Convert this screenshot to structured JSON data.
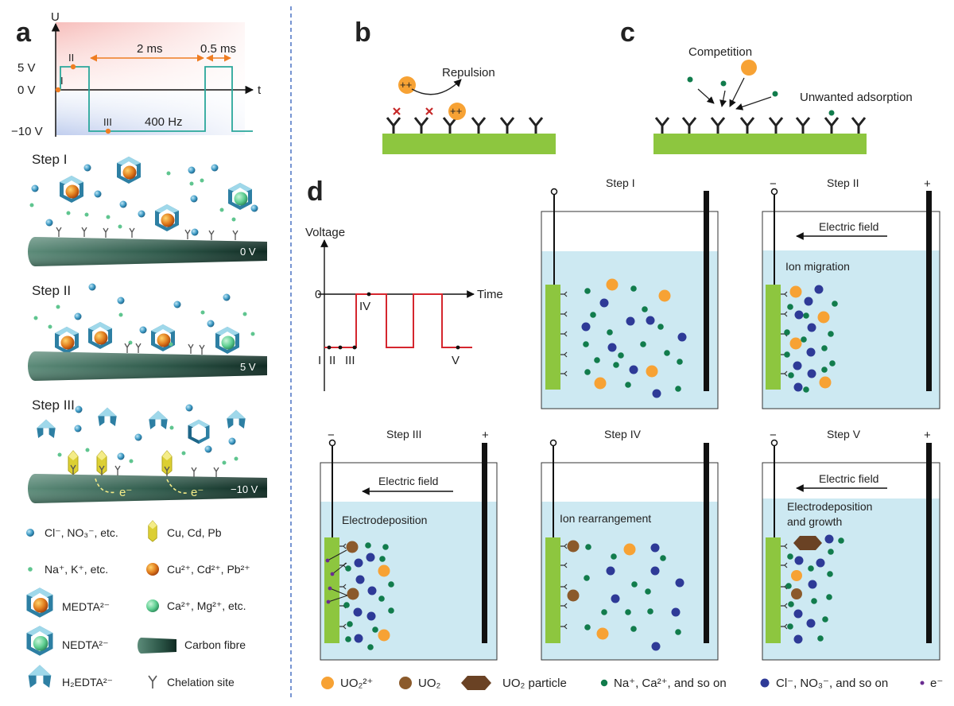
{
  "panels": {
    "a": "a",
    "b": "b",
    "c": "c",
    "d": "d"
  },
  "panel_a": {
    "axis_y": "U",
    "axis_x": "t",
    "levels": {
      "high": "5 V",
      "zero": "0 V",
      "low": "−10 V"
    },
    "points": {
      "i": "I",
      "ii": "II",
      "iii": "III"
    },
    "durations": {
      "low": "2 ms",
      "high": "0.5 ms"
    },
    "frequency": "400 Hz",
    "step1": {
      "title": "Step I",
      "voltage": "0 V"
    },
    "step2": {
      "title": "Step II",
      "voltage": "5 V"
    },
    "step3": {
      "title": "Step III",
      "voltage": "−10 V",
      "electron": "e⁻"
    },
    "legend": {
      "anions": "Cl⁻, NO₃⁻, etc.",
      "metal": "Cu, Cd, Pb",
      "cations": "Na⁺, K⁺, etc.",
      "heavy_ions": "Cu²⁺, Cd²⁺, Pb²⁺",
      "medta": "MEDTA²⁻",
      "light_ions": "Ca²⁺, Mg²⁺, etc.",
      "nedta": "NEDTA²⁻",
      "carbon_fibre": "Carbon fibre",
      "h2edta": "H₂EDTA²⁻",
      "chelation_site": "Chelation site"
    }
  },
  "panel_b": {
    "repulsion": "Repulsion",
    "charge": "++"
  },
  "panel_c": {
    "competition": "Competition",
    "unwanted": "Unwanted adsorption"
  },
  "panel_d": {
    "voltage": "Voltage",
    "time": "Time",
    "zero": "0",
    "points": {
      "i": "I",
      "ii": "II",
      "iii": "III",
      "iv": "IV",
      "v": "V"
    },
    "cells": {
      "step1": "Step I",
      "step2": "Step II",
      "step3": "Step III",
      "step4": "Step IV",
      "step5": "Step V"
    },
    "minus": "−",
    "plus": "+",
    "electric_field": "Electric field",
    "ion_migration": "Ion migration",
    "electrodeposition": "Electrodeposition",
    "ion_rearrangement": "Ion rearrangement",
    "deposition_growth_1": "Electrodeposition",
    "deposition_growth_2": "and growth",
    "legend": {
      "uo2_ion": "UO₂²⁺",
      "uo2": "UO₂",
      "uo2_particle": "UO₂ particle",
      "cations": "Na⁺, Ca²⁺, and so on",
      "anions": "Cl⁻, NO₃⁻, and so on",
      "electron": "e⁻"
    }
  },
  "colors": {
    "green_bar": "#8dc63f",
    "water": "#cde9f2",
    "uranyl": "#f7a234",
    "uo2": "#8b5a2b",
    "cation": "#117c4c",
    "anion": "#2e3a97",
    "electron": "#6a2c91",
    "waveform_a": "#2aa79b",
    "waveform_d": "#d5262e",
    "arrow_orange": "#ef7d22",
    "fibre": "#2f5a4b"
  }
}
